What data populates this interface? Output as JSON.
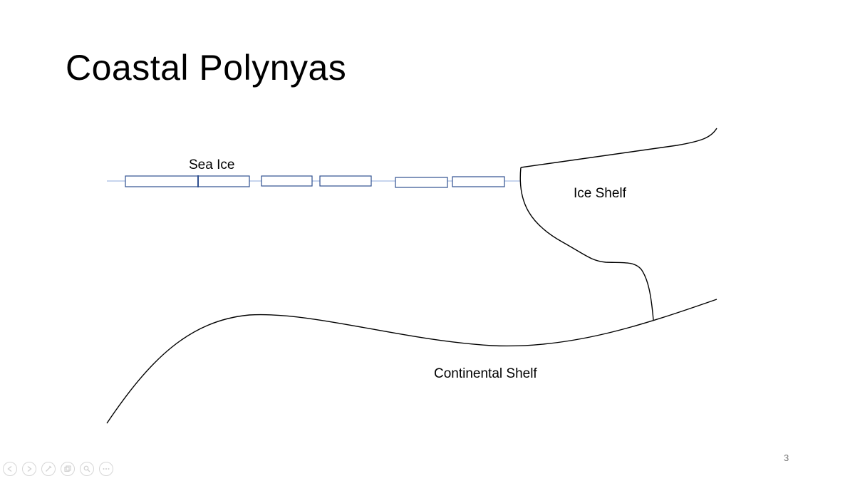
{
  "slide": {
    "title": "Coastal Polynyas",
    "page_number": "3"
  },
  "diagram": {
    "labels": {
      "sea_ice": "Sea Ice",
      "ice_shelf": "Ice Shelf",
      "continental_shelf": "Continental Shelf"
    },
    "colors": {
      "outline": "#000000",
      "sea_ice_stroke": "#2f4f8f",
      "sea_surface": "#8faadc"
    }
  },
  "controls": {
    "icons": [
      "previous-icon",
      "next-icon",
      "pen-icon",
      "slides-icon",
      "zoom-icon",
      "more-icon"
    ]
  }
}
